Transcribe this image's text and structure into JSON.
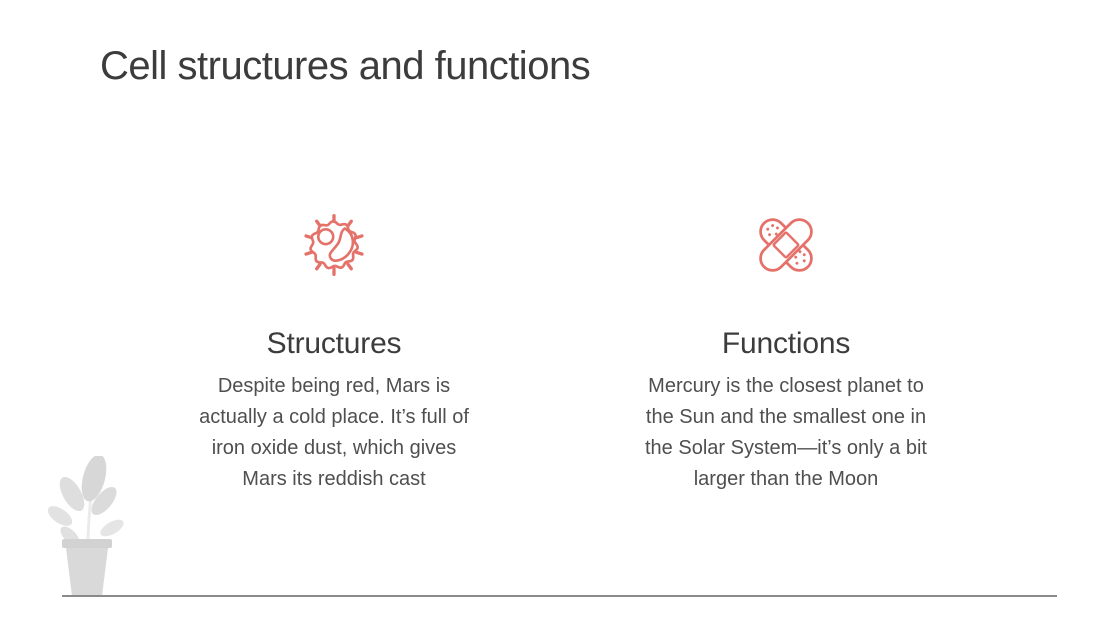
{
  "slide_title": "Cell structures and functions",
  "columns": [
    {
      "icon": "virus-cell-icon",
      "heading": "Structures",
      "body": "Despite being red, Mars is\nactually a cold place. It’s full of\niron oxide dust, which gives\nMars its reddish cast"
    },
    {
      "icon": "bandage-cross-icon",
      "heading": "Functions",
      "body": "Mercury is the closest planet to\nthe Sun and the smallest one in\nthe Solar System—it’s only a bit\nlarger than the Moon"
    }
  ],
  "colors": {
    "accent": "#E5726A",
    "title_text": "#3C3C3C",
    "body_text": "#4F4F4F",
    "divider": "#8A8A8A",
    "plant": "#D9D9D9"
  }
}
